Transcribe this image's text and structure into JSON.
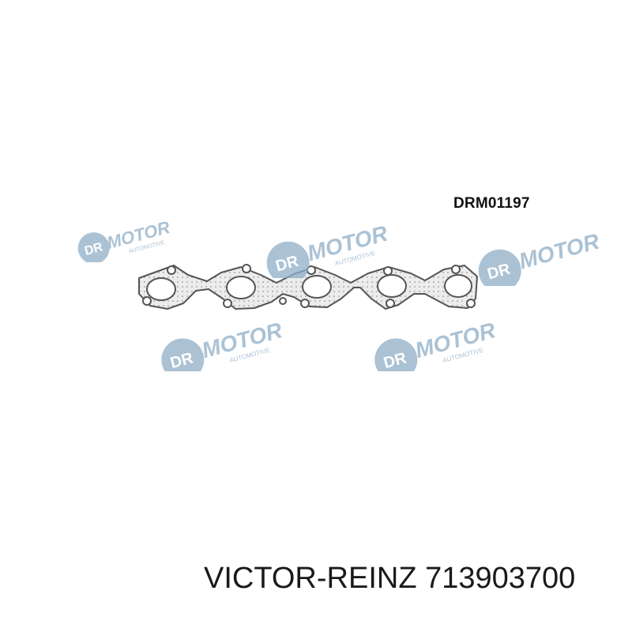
{
  "product": {
    "part_code": "DRM01197",
    "caption": "VICTOR-REINZ 713903700"
  },
  "watermark": {
    "brand": "DR.MOTOR",
    "sub": "AUTOMOTIVE",
    "color": "#8faec8"
  },
  "gasket": {
    "port_count": 5,
    "outline_color": "#555555",
    "fill_color": "#e9e9e9"
  }
}
